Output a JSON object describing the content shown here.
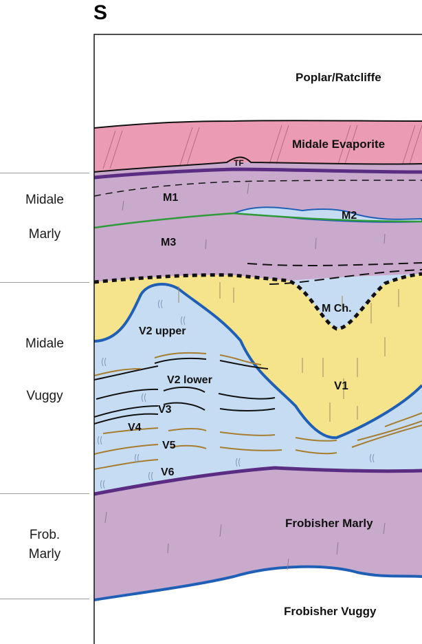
{
  "heading": "S",
  "column_labels": [
    {
      "line1": "Midale",
      "line2": "Marly"
    },
    {
      "line1": "Midale",
      "line2": "Vuggy"
    },
    {
      "line1": "Frob.",
      "line2": "Marly"
    }
  ],
  "units": {
    "poplar": "Poplar/Ratcliffe",
    "evaporite": "Midale Evaporite",
    "tf": "TF",
    "m1": "M1",
    "m2": "M2",
    "m3": "M3",
    "mch": "M Ch.",
    "v2upper": "V2 upper",
    "v2lower": "V2 lower",
    "v1": "V1",
    "v3": "V3",
    "v4": "V4",
    "v5": "V5",
    "v6": "V6",
    "frobisher_marly": "Frobisher Marly",
    "frobisher_vuggy": "Frobisher Vuggy"
  },
  "colors": {
    "evaporite": "#ec9bb4",
    "marly": "#c9a9cc",
    "vuggy": "#c6dcf2",
    "channel": "#f6e48c",
    "m2_lens": "#c6dcf2",
    "blue_surface": "#1f5fb5",
    "green_surface": "#2e9a3a",
    "purple_surface": "#5a2d82",
    "brown_marker": "#a67c2e"
  }
}
